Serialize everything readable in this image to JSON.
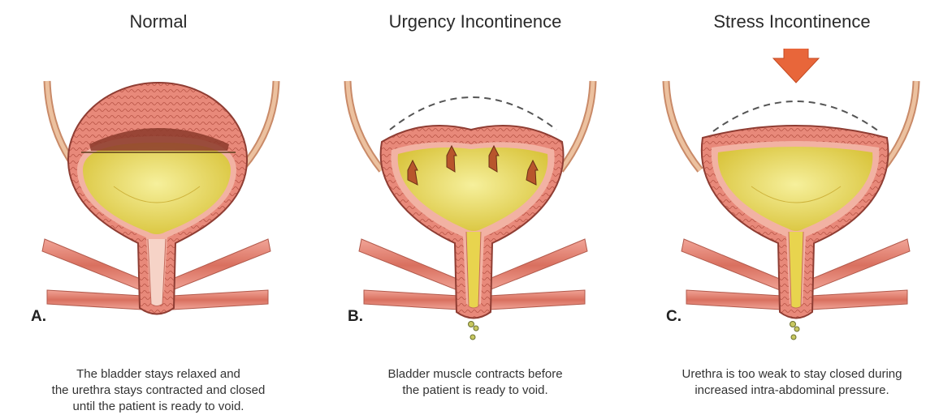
{
  "panels": [
    {
      "title": "Normal",
      "letter": "A.",
      "caption": "The bladder stays relaxed and\nthe urethra stays contracted and closed\nuntil the patient is ready to void."
    },
    {
      "title": "Urgency Incontinence",
      "letter": "B.",
      "caption": "Bladder muscle contracts before\nthe patient is ready to void."
    },
    {
      "title": "Stress Incontinence",
      "letter": "C.",
      "caption": "Urethra is too weak to stay closed during\nincreased intra-abdominal pressure."
    }
  ],
  "colors": {
    "wall": "#e8897a",
    "wall_dark": "#b24f43",
    "lining": "#f3b6a8",
    "fluid": "#e6d24a",
    "fluid_light": "#f3ec9a",
    "ureter": "#e3b08c",
    "arrow": "#e8663a",
    "muscle": "#e58a7c"
  }
}
